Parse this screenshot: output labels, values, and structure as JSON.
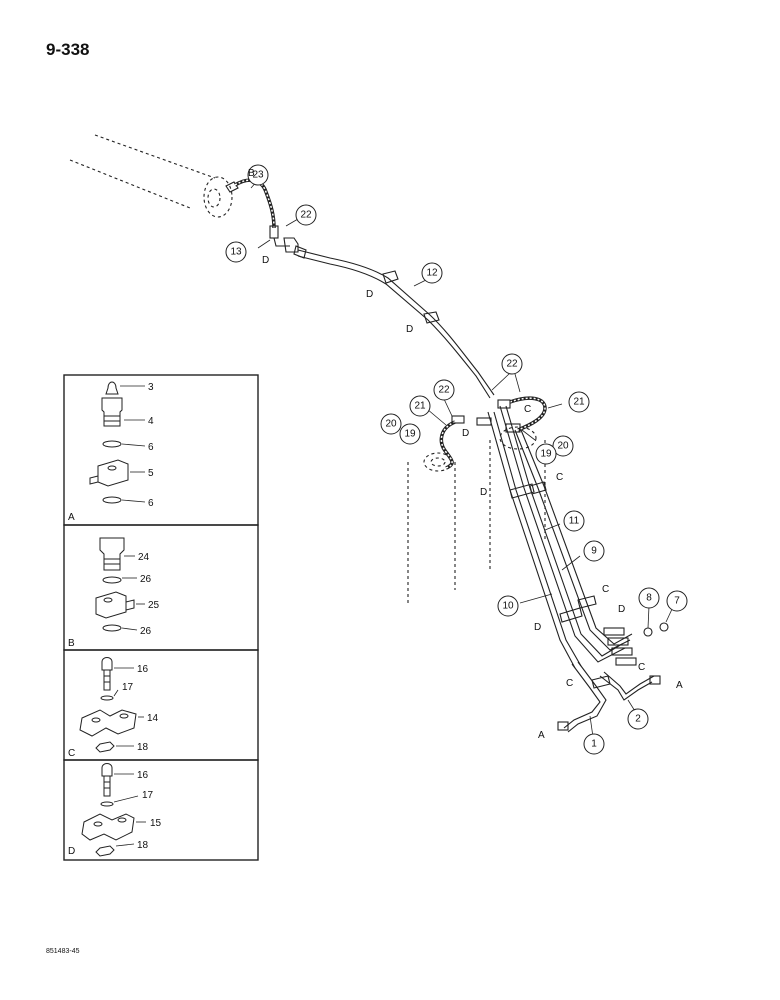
{
  "page": {
    "number": "9-338",
    "doc_code": "851483-45"
  },
  "callouts": {
    "c1": "1",
    "c2": "2",
    "c7": "7",
    "c8": "8",
    "c9": "9",
    "c10": "10",
    "c11": "11",
    "c12": "12",
    "c13": "13",
    "c19a": "19",
    "c19b": "19",
    "c20a": "20",
    "c20b": "20",
    "c21a": "21",
    "c21b": "21",
    "c22a": "22",
    "c22b": "22",
    "c22c": "22",
    "c23": "23"
  },
  "letters": {
    "a1": "A",
    "a2": "A",
    "b": "B",
    "c1": "C",
    "c2": "C",
    "c3": "C",
    "c4": "C",
    "c5": "C",
    "d1": "D",
    "d2": "D",
    "d3": "D",
    "d4": "D",
    "d5": "D",
    "d6": "D",
    "d7": "D"
  },
  "insets": {
    "a": {
      "label": "A",
      "parts": [
        "3",
        "4",
        "6",
        "5",
        "6"
      ]
    },
    "b": {
      "label": "B",
      "parts": [
        "24",
        "26",
        "25",
        "26"
      ]
    },
    "c": {
      "label": "C",
      "parts": [
        "16",
        "17",
        "14",
        "18"
      ]
    },
    "d": {
      "label": "D",
      "parts": [
        "16",
        "17",
        "15",
        "18"
      ]
    }
  }
}
